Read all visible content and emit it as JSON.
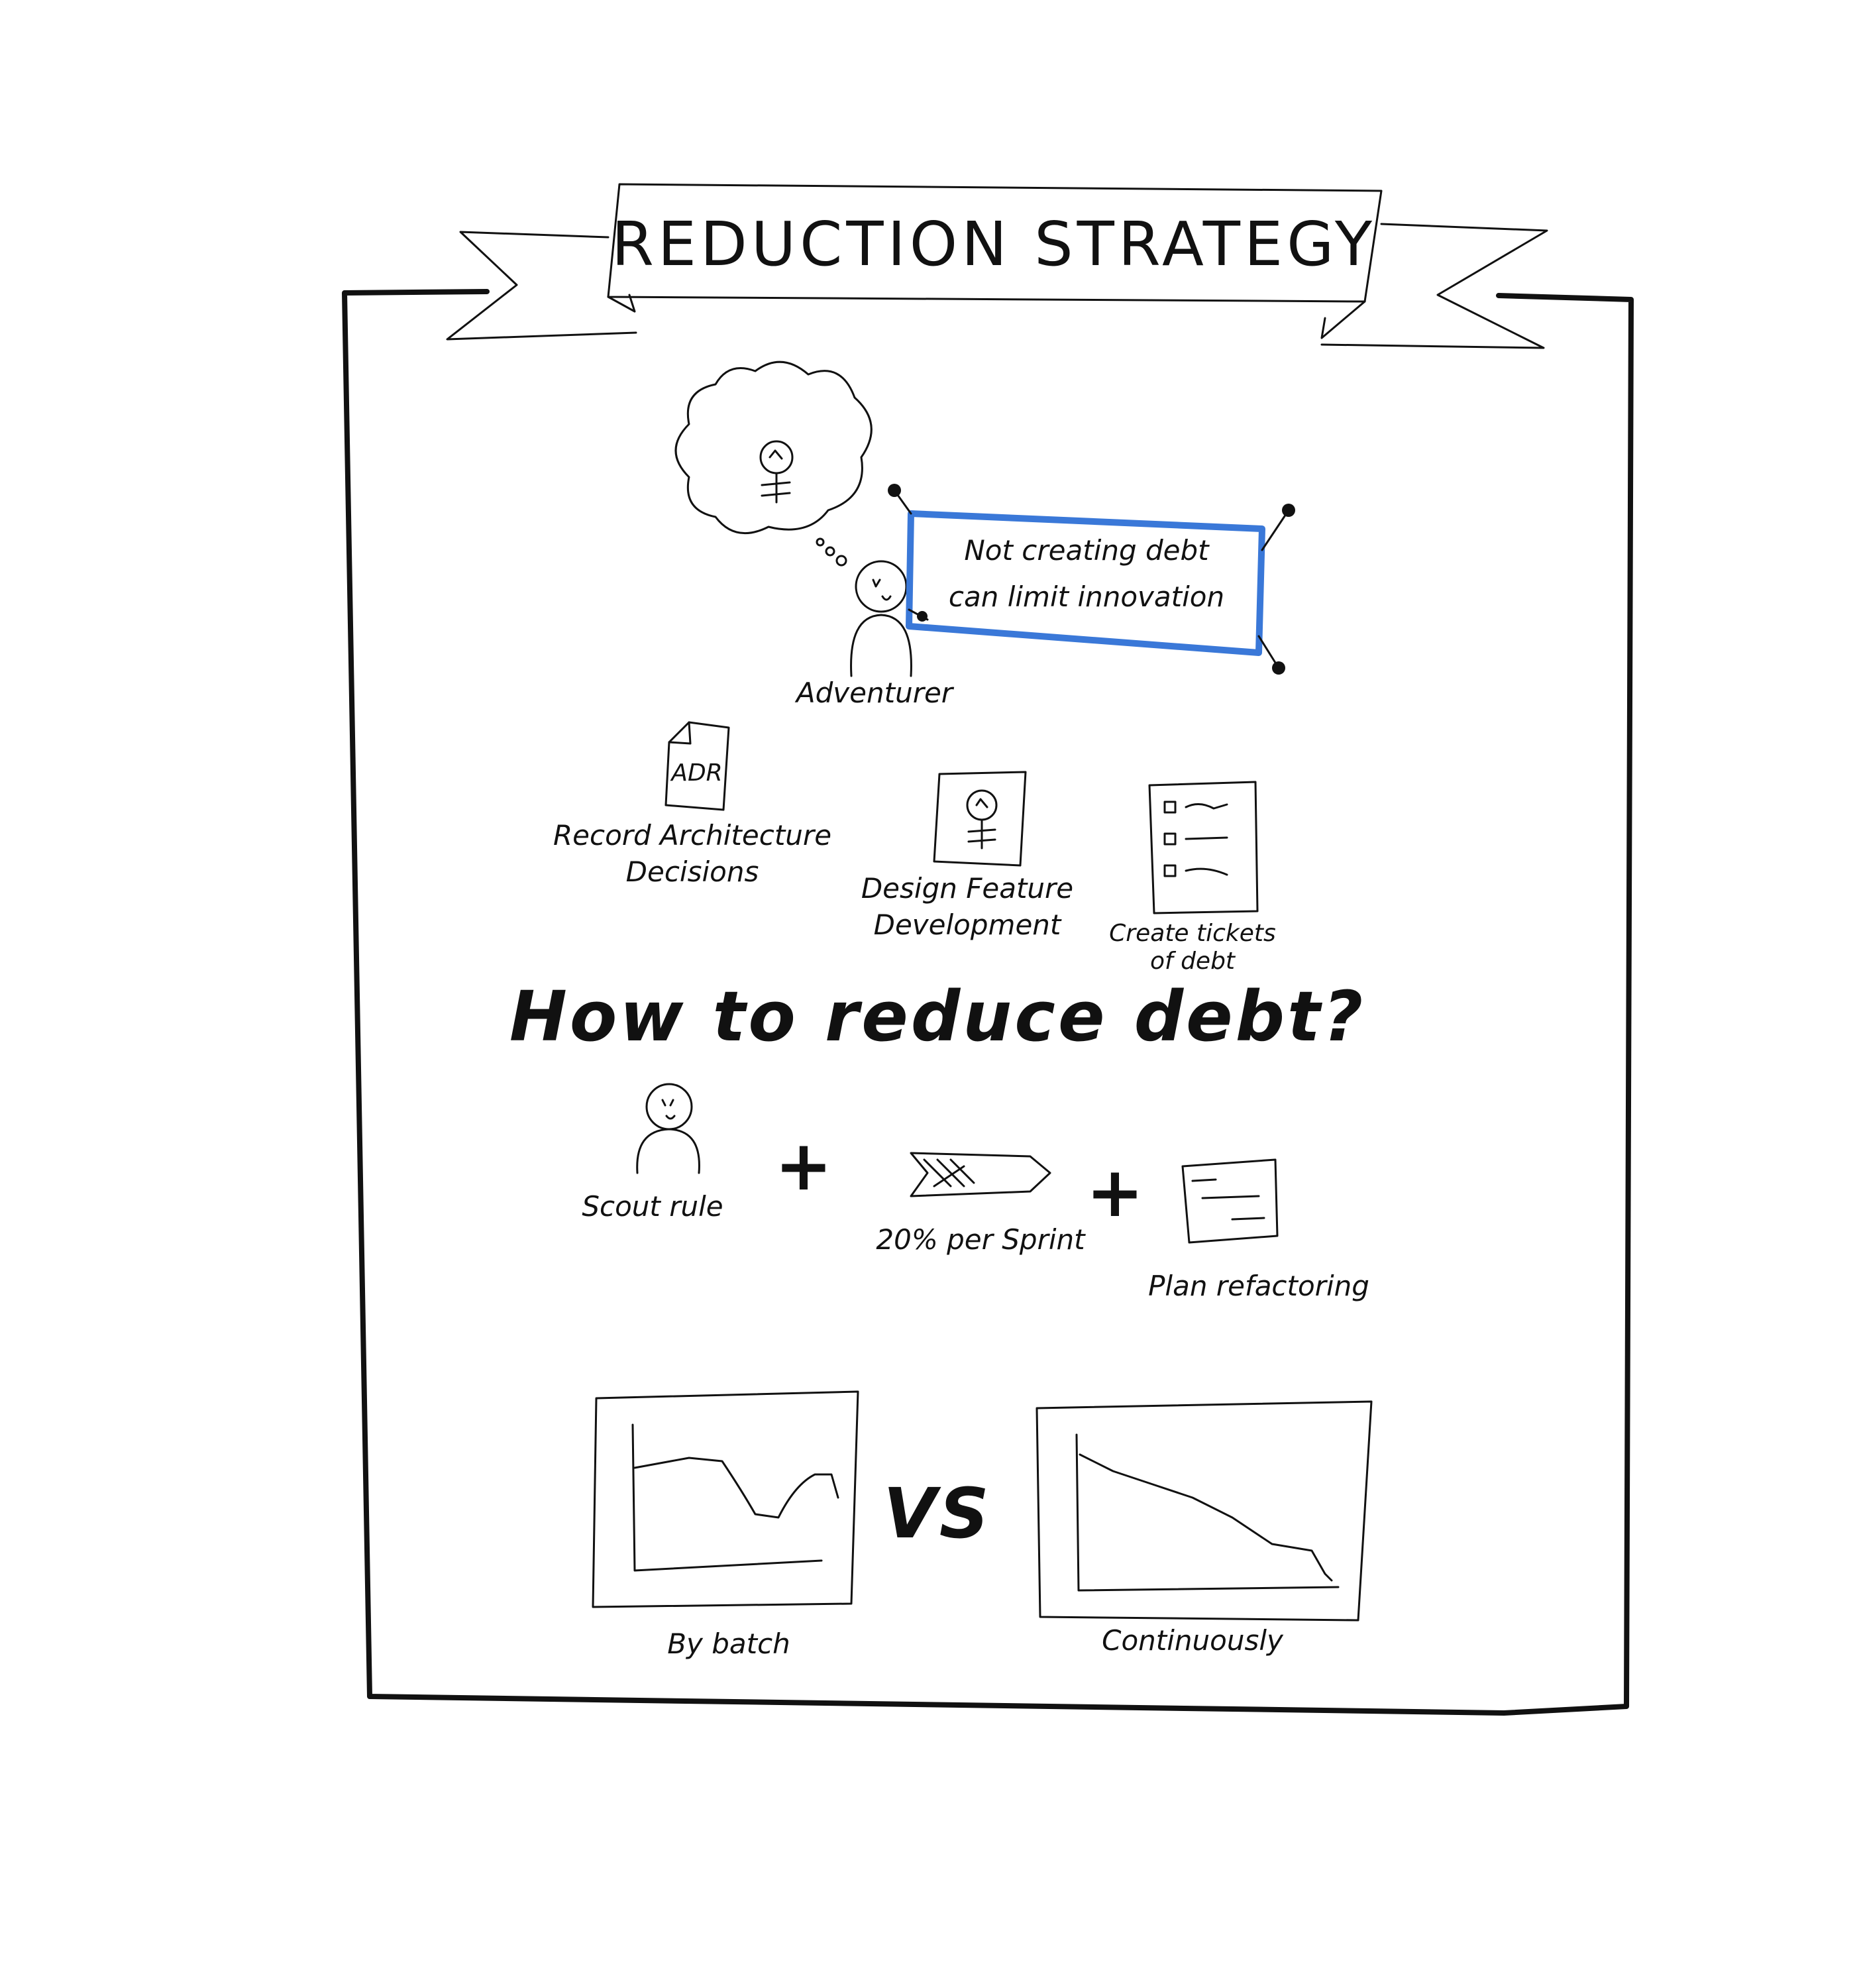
{
  "title": "REDUCTION STRATEGY",
  "callout": {
    "line1": "Not creating debt",
    "line2": "can limit innovation",
    "accent_color": "#3a78d8"
  },
  "adventurer_label": "Adventurer",
  "adr_icon_text": "ADR",
  "practices": [
    {
      "label_line1": "Record Architecture",
      "label_line2": "Decisions",
      "icon": "document-icon"
    },
    {
      "label_line1": "Design Feature",
      "label_line2": "Development",
      "icon": "lightbulb-frame-icon"
    },
    {
      "label_line1": "Create tickets",
      "label_line2": "of debt",
      "icon": "checklist-icon"
    }
  ],
  "question": "How to reduce debt?",
  "methods": [
    {
      "label": "Scout rule",
      "icon": "person-icon"
    },
    {
      "label": "20% per Sprint",
      "icon": "arrow-icon"
    },
    {
      "label": "Plan refactoring",
      "icon": "card-icon"
    }
  ],
  "plus_symbol": "+",
  "comparison": {
    "left_label": "By batch",
    "vs_label": "VS",
    "right_label": "Continuously"
  }
}
